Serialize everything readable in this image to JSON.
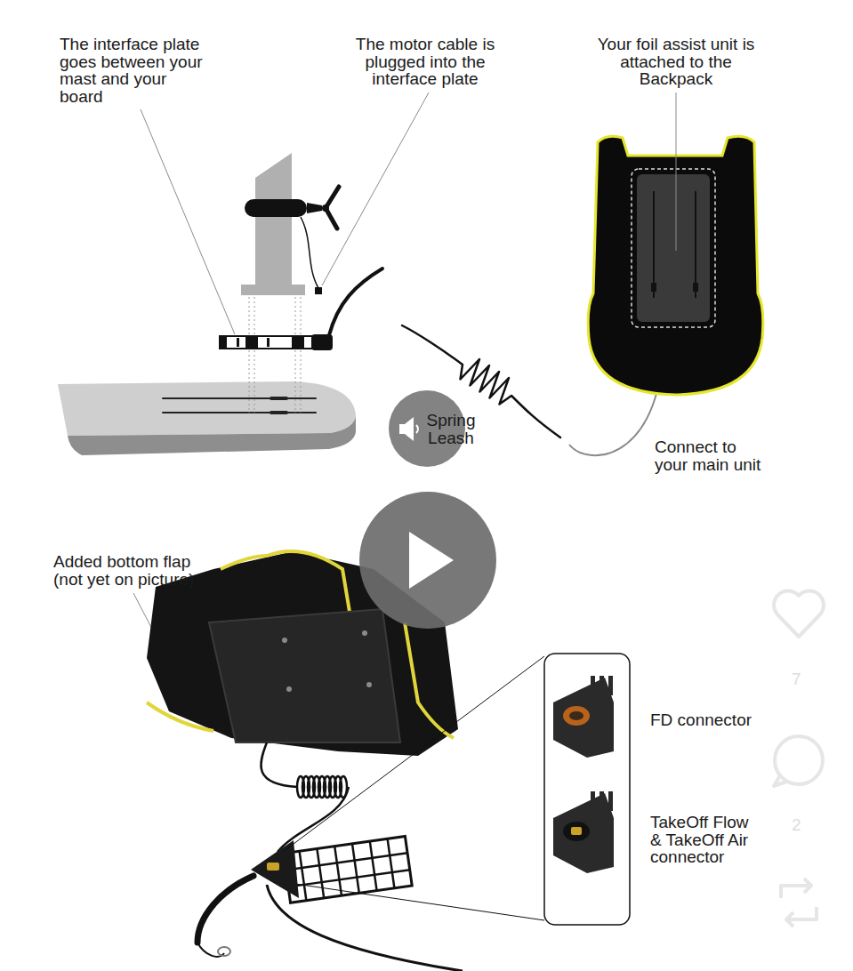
{
  "diagram": {
    "labels": [
      "The interface plate goes between your mast and your board",
      "The motor cable is plugged into the interface plate",
      "Your foil assist unit is attached to the Backpack",
      "Spring Leash",
      "Connect to your main unit",
      "Added bottom flap (not yet on picture)",
      "FD connector",
      "7",
      "TakeOff Flow & TakeOff Air connector",
      "2"
    ]
  }
}
